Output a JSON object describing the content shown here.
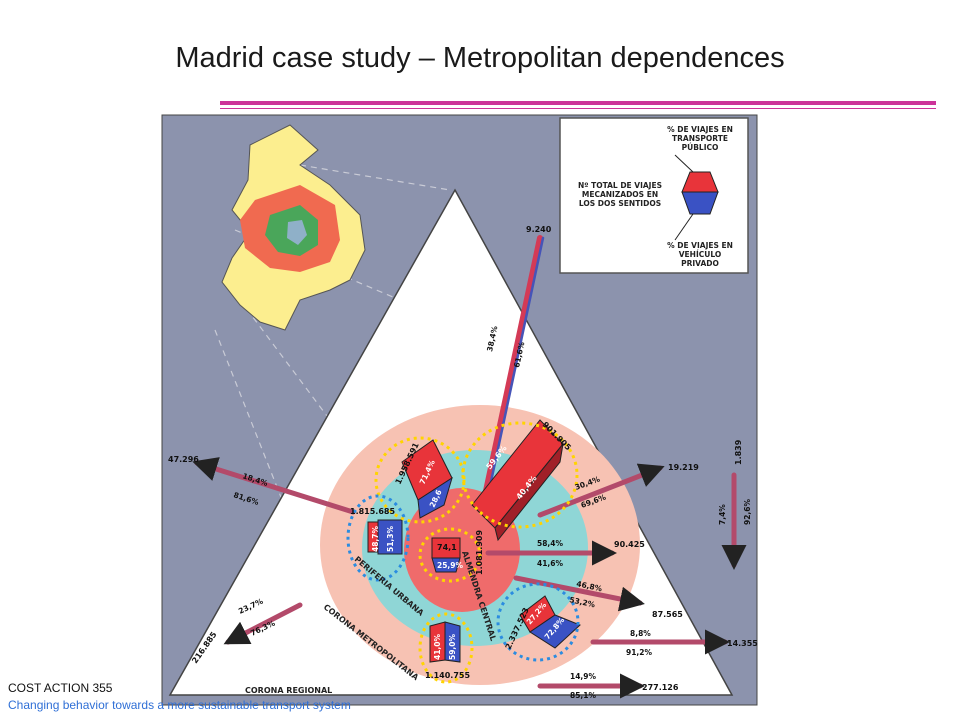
{
  "slide": {
    "title": "Madrid case study – Metropolitan dependences",
    "footer_line1": "COST ACTION 355",
    "footer_line2": "Changing behavior towards a more sustainable transport system"
  },
  "legend": {
    "public_label": [
      "% DE VIAJES EN",
      "TRANSPORTE",
      "PÚBLICO"
    ],
    "total_label": [
      "Nº TOTAL DE VIAJES",
      "MECANIZADOS EN",
      "LOS DOS SENTIDOS"
    ],
    "private_label": [
      "% DE VIAJES EN",
      "VEHÍCULO",
      "PRIVADO"
    ]
  },
  "zones": {
    "central": "ALMENDRA CENTRAL",
    "periphery": "PERIFERIA URBANA",
    "metro_ring": "CORONA METROPOLITANA",
    "regional_ring": "CORONA REGIONAL"
  },
  "blocks": {
    "central": {
      "total": "1.081.909",
      "public": "74,1",
      "private": "25,9%"
    },
    "central_periphery": {
      "total": "1.958.591",
      "public": "71,4%",
      "private": "28,6"
    },
    "periphery": {
      "total": "1.815.685",
      "public": "48,7%",
      "private": "51,3%"
    },
    "central_metro": {
      "total": "901.905",
      "public": "59,6%",
      "private": "40,4%"
    },
    "metro_south": {
      "total": "1.140.755",
      "public": "41,0%",
      "private": "59,0%"
    },
    "metro_east": {
      "total": "2.337.523",
      "public": "27,2%",
      "private": "72,8%"
    }
  },
  "flows": {
    "to_apex": {
      "total": "9.240",
      "public": "38,4%",
      "private": "61,6%"
    },
    "left_upper": {
      "total": "47.296",
      "public": "18,4%",
      "private": "81,6%"
    },
    "right_upper": {
      "total": "19.219",
      "public": "30,4%",
      "private": "69,6%"
    },
    "right_mid": {
      "total": "90.425",
      "public": "58,4%",
      "private": "41,6%"
    },
    "right_lower": {
      "total": "87.565",
      "public": "46,8%",
      "private": "53,2%"
    },
    "right_bottom": {
      "total": "14.355",
      "public": "8,8%",
      "private": "91,2%"
    },
    "bottom": {
      "total": "277.126",
      "public": "14,9%",
      "private": "85,1%"
    },
    "left_lower": {
      "total": "216.885",
      "public": "23,7%",
      "private": "76,3%"
    },
    "vertical_right": {
      "total": "1.839",
      "public": "7,4%",
      "private": "92,6%"
    }
  },
  "colors": {
    "public": "#e8343a",
    "private": "#3a52c4",
    "accent": "#cc3399"
  }
}
